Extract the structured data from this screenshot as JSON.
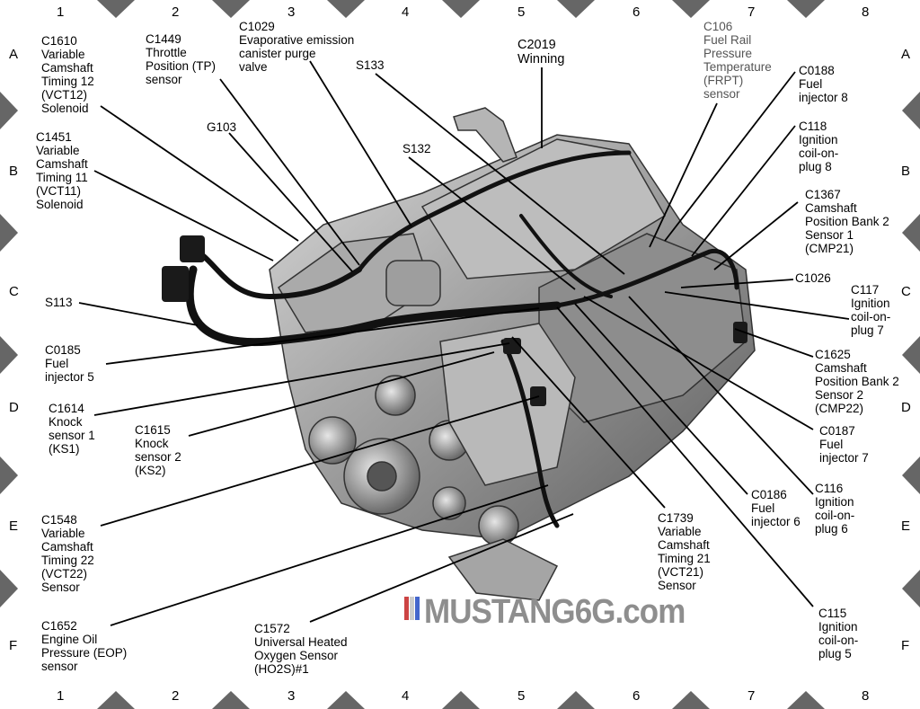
{
  "grid": {
    "columns": [
      "1",
      "2",
      "3",
      "4",
      "5",
      "6",
      "7",
      "8"
    ],
    "rows": [
      "A",
      "B",
      "C",
      "D",
      "E",
      "F"
    ]
  },
  "labels": {
    "c1610": "C1610\nVariable\nCamshaft\nTiming 12\n(VCT12)\nSolenoid",
    "c1449": "C1449\nThrottle\nPosition (TP)\nsensor",
    "c1029": "C1029\nEvaporative emission\ncanister purge\nvalve",
    "s133": "S133",
    "c2019": "C2019\nWinning",
    "c106": "C106\nFuel Rail\nPressure\nTemperature\n(FRPT)\nsensor",
    "c0188": "C0188\nFuel\ninjector 8",
    "g103": "G103",
    "s132": "S132",
    "c118": "C118\nIgnition\ncoil-on-\nplug 8",
    "c1451": "C1451\nVariable\nCamshaft\nTiming 11\n(VCT11)\nSolenoid",
    "c1367": "C1367\nCamshaft\nPosition Bank 2\nSensor 1\n(CMP21)",
    "c1026": "C1026",
    "s113": "S113",
    "c117": "C117\nIgnition\ncoil-on-\nplug 7",
    "c0185": "C0185\nFuel\ninjector 5",
    "c1625": "C1625\nCamshaft\nPosition Bank 2\nSensor 2\n(CMP22)",
    "c1614": "C1614\nKnock\nsensor 1\n(KS1)",
    "c1615": "C1615\nKnock\nsensor 2\n(KS2)",
    "c0187": "C0187\nFuel\ninjector 7",
    "c1548": "C1548\nVariable\nCamshaft\nTiming 22\n(VCT22)\nSensor",
    "c0186": "C0186\nFuel\ninjector 6",
    "c116": "C116\nIgnition\ncoil-on-\nplug 6",
    "c1739": "C1739\nVariable\nCamshaft\nTiming 21\n(VCT21)\nSensor",
    "c1652": "C1652\nEngine Oil\nPressure (EOP)\nsensor",
    "c1572": "C1572\nUniversal Heated\nOxygen Sensor\n(HO2S)#1",
    "c115": "C115\nIgnition\ncoil-on-\nplug 5"
  },
  "watermark": "MUSTANG6G.com",
  "colors": {
    "line": "#000000",
    "marker": "#666666",
    "engine": "#8a8a8a",
    "watermark": "#8e8e8e"
  }
}
